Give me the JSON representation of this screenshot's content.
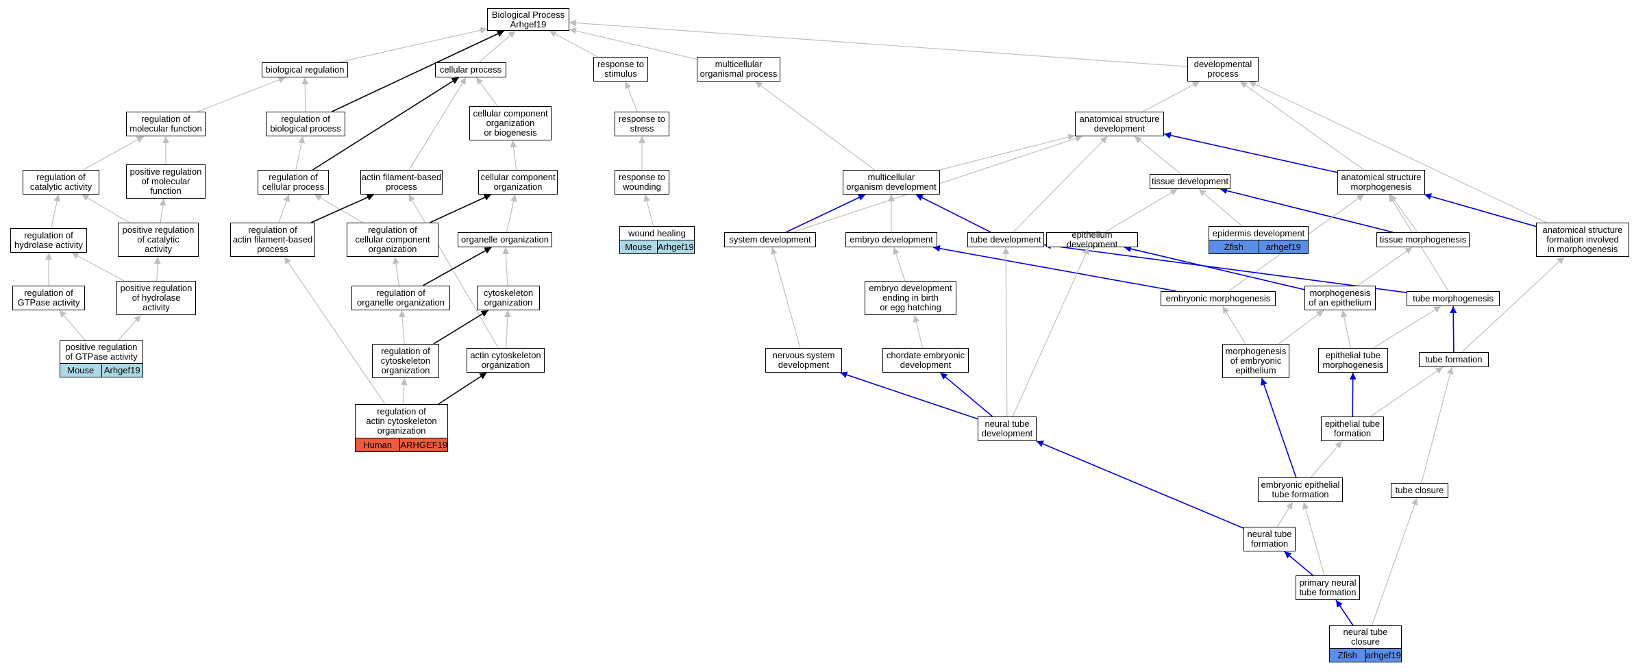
{
  "colors": {
    "gray_edge": "#bfbfbf",
    "black_edge": "#000000",
    "blue_edge": "#0000dd",
    "mouse": "#add8e6",
    "human": "#f05a3c",
    "zfish": "#5b8ee6"
  },
  "nodes": {
    "bp": "Biological Process\nArhgef19",
    "bioreg": "biological regulation",
    "cellproc": "cellular process",
    "resp_stim": "response to\nstimulus",
    "multi_proc": "multicellular\norganismal process",
    "dev_proc": "developmental\nprocess",
    "reg_mol": "regulation of\nmolecular function",
    "reg_bio": "regulation of\nbiological process",
    "ccob": "cellular component\norganization\nor biogenesis",
    "resp_stress": "response to\nstress",
    "asd": "anatomical structure\ndevelopment",
    "reg_cat": "regulation of\ncatalytic activity",
    "pos_reg_mol": "positive regulation\nof molecular\nfunction",
    "reg_cell": "regulation of\ncellular process",
    "actin_proc": "actin filament-based\nprocess",
    "cco": "cellular component\norganization",
    "resp_wound": "response to\nwounding",
    "mod": "multicellular\norganism development",
    "tissue_dev": "tissue development",
    "asm": "anatomical structure\nmorphogenesis",
    "reg_hyd": "regulation of\nhydrolase activity",
    "pos_reg_cat": "positive regulation\nof catalytic\nactivity",
    "reg_actin_proc": "regulation of\nactin filament-based\nprocess",
    "reg_cco": "regulation of\ncellular component\norganization",
    "organelle_org": "organelle organization",
    "wound_heal": "wound healing",
    "sys_dev": "system development",
    "embryo_dev": "embryo development",
    "tube_dev": "tube development",
    "epith_dev": "epithelium development",
    "epid_dev": "epidermis development",
    "tissue_morph": "tissue morphogenesis",
    "asfim": "anatomical structure\nformation involved\nin morphogenesis",
    "reg_gtp": "regulation of\nGTPase activity",
    "pos_reg_hyd": "positive regulation\nof hydrolase\nactivity",
    "reg_org_org": "regulation of\norganelle organization",
    "cyto_org": "cytoskeleton\norganization",
    "edbeh": "embryo development\nending in birth\nor egg hatching",
    "emb_morph": "embryonic morphogenesis",
    "morph_epith": "morphogenesis\nof an epithelium",
    "tube_morph": "tube morphogenesis",
    "pos_reg_gtp": "positive regulation\nof GTPase activity",
    "reg_cyto_org": "regulation of\ncytoskeleton\norganization",
    "actin_cyto_org": "actin cytoskeleton\norganization",
    "nsd": "nervous system\ndevelopment",
    "ced": "chordate embryonic\ndevelopment",
    "morph_emb_epith": "morphogenesis\nof embryonic\nepithelium",
    "epith_tube_morph": "epithelial tube\nmorphogenesis",
    "tube_form": "tube formation",
    "reg_aco": "regulation of\nactin cytoskeleton\norganization",
    "ntd": "neural tube\ndevelopment",
    "epith_tube_form": "epithelial tube\nformation",
    "eetf": "embryonic epithelial\ntube formation",
    "tube_closure": "tube closure",
    "ntf": "neural tube\nformation",
    "pntf": "primary neural\ntube formation",
    "ntc": "neural tube\nclosure"
  },
  "tags": {
    "wound_heal": [
      "Mouse",
      "Arhgef19"
    ],
    "epid_dev": [
      "Zfish",
      "arhgef19"
    ],
    "pos_reg_gtp": [
      "Mouse",
      "Arhgef19"
    ],
    "reg_aco": [
      "Human",
      "ARHGEF19"
    ],
    "ntc": [
      "Zfish",
      "arhgef19"
    ]
  },
  "edges": [
    [
      "bioreg",
      "bp",
      "gray"
    ],
    [
      "cellproc",
      "bp",
      "gray"
    ],
    [
      "resp_stim",
      "bp",
      "gray"
    ],
    [
      "multi_proc",
      "bp",
      "gray"
    ],
    [
      "dev_proc",
      "bp",
      "gray"
    ],
    [
      "reg_bio",
      "bp",
      "black"
    ],
    [
      "reg_mol",
      "bioreg",
      "gray"
    ],
    [
      "reg_bio",
      "bioreg",
      "gray"
    ],
    [
      "ccob",
      "cellproc",
      "gray"
    ],
    [
      "reg_cell",
      "cellproc",
      "gray"
    ],
    [
      "actin_proc",
      "cellproc",
      "gray"
    ],
    [
      "resp_stress",
      "resp_stim",
      "gray"
    ],
    [
      "resp_wound",
      "resp_stress",
      "gray"
    ],
    [
      "wound_heal",
      "resp_wound",
      "gray"
    ],
    [
      "mod",
      "multi_proc",
      "gray"
    ],
    [
      "asd",
      "dev_proc",
      "gray"
    ],
    [
      "asm",
      "dev_proc",
      "gray"
    ],
    [
      "asfim",
      "dev_proc",
      "gray"
    ],
    [
      "reg_cat",
      "reg_mol",
      "gray"
    ],
    [
      "pos_reg_mol",
      "reg_mol",
      "gray"
    ],
    [
      "reg_cell",
      "reg_bio",
      "gray"
    ],
    [
      "cco",
      "ccob",
      "gray"
    ],
    [
      "reg_hyd",
      "reg_cat",
      "gray"
    ],
    [
      "pos_reg_cat",
      "reg_cat",
      "gray"
    ],
    [
      "pos_reg_cat",
      "pos_reg_mol",
      "gray"
    ],
    [
      "reg_actin_proc",
      "reg_cell",
      "gray"
    ],
    [
      "reg_cco",
      "reg_cell",
      "gray"
    ],
    [
      "reg_aco",
      "reg_actin_proc",
      "gray"
    ],
    [
      "actin_cyto_org",
      "actin_proc",
      "gray"
    ],
    [
      "organelle_org",
      "cco",
      "gray"
    ],
    [
      "reg_gtp",
      "reg_hyd",
      "gray"
    ],
    [
      "pos_reg_hyd",
      "reg_hyd",
      "gray"
    ],
    [
      "pos_reg_hyd",
      "pos_reg_cat",
      "gray"
    ],
    [
      "pos_reg_gtp",
      "reg_gtp",
      "gray"
    ],
    [
      "pos_reg_gtp",
      "pos_reg_hyd",
      "gray"
    ],
    [
      "reg_org_org",
      "reg_cco",
      "gray"
    ],
    [
      "reg_cyto_org",
      "reg_org_org",
      "gray"
    ],
    [
      "reg_aco",
      "reg_cyto_org",
      "gray"
    ],
    [
      "cyto_org",
      "organelle_org",
      "gray"
    ],
    [
      "actin_cyto_org",
      "cyto_org",
      "gray"
    ],
    [
      "reg_cell",
      "cellproc",
      "black"
    ],
    [
      "reg_actin_proc",
      "actin_proc",
      "black"
    ],
    [
      "reg_cco",
      "cco",
      "black"
    ],
    [
      "reg_org_org",
      "organelle_org",
      "black"
    ],
    [
      "reg_cyto_org",
      "cyto_org",
      "black"
    ],
    [
      "reg_aco",
      "actin_cyto_org",
      "black"
    ],
    [
      "mod",
      "asd",
      "gray"
    ],
    [
      "sys_dev",
      "asd",
      "gray"
    ],
    [
      "tube_dev",
      "asd",
      "gray"
    ],
    [
      "tissue_dev",
      "asd",
      "gray"
    ],
    [
      "asm",
      "asd",
      "blue"
    ],
    [
      "sys_dev",
      "mod",
      "blue"
    ],
    [
      "tube_dev",
      "mod",
      "blue"
    ],
    [
      "embryo_dev",
      "mod",
      "gray"
    ],
    [
      "epith_dev",
      "tissue_dev",
      "gray"
    ],
    [
      "epid_dev",
      "tissue_dev",
      "gray"
    ],
    [
      "tissue_morph",
      "tissue_dev",
      "blue"
    ],
    [
      "tissue_morph",
      "asm",
      "gray"
    ],
    [
      "emb_morph",
      "asm",
      "gray"
    ],
    [
      "tube_morph",
      "asm",
      "gray"
    ],
    [
      "asfim",
      "asm",
      "blue"
    ],
    [
      "nsd",
      "sys_dev",
      "gray"
    ],
    [
      "edbeh",
      "embryo_dev",
      "gray"
    ],
    [
      "emb_morph",
      "embryo_dev",
      "blue"
    ],
    [
      "ntd",
      "tube_dev",
      "gray"
    ],
    [
      "tube_morph",
      "tube_dev",
      "blue"
    ],
    [
      "ntd",
      "epith_dev",
      "gray"
    ],
    [
      "morph_epith",
      "epith_dev",
      "blue"
    ],
    [
      "morph_epith",
      "tissue_morph",
      "gray"
    ],
    [
      "tube_form",
      "asfim",
      "gray"
    ],
    [
      "ced",
      "edbeh",
      "gray"
    ],
    [
      "morph_emb_epith",
      "emb_morph",
      "gray"
    ],
    [
      "morph_emb_epith",
      "morph_epith",
      "gray"
    ],
    [
      "epith_tube_morph",
      "morph_epith",
      "gray"
    ],
    [
      "epith_tube_morph",
      "tube_morph",
      "gray"
    ],
    [
      "tube_form",
      "tube_morph",
      "blue"
    ],
    [
      "ntd",
      "nsd",
      "blue"
    ],
    [
      "ntd",
      "ced",
      "blue"
    ],
    [
      "eetf",
      "morph_emb_epith",
      "blue"
    ],
    [
      "epith_tube_form",
      "epith_tube_morph",
      "blue"
    ],
    [
      "epith_tube_form",
      "tube_form",
      "gray"
    ],
    [
      "tube_closure",
      "tube_form",
      "gray"
    ],
    [
      "ntf",
      "ntd",
      "blue"
    ],
    [
      "eetf",
      "epith_tube_form",
      "gray"
    ],
    [
      "ntf",
      "eetf",
      "gray"
    ],
    [
      "pntf",
      "eetf",
      "gray"
    ],
    [
      "pntf",
      "ntf",
      "blue"
    ],
    [
      "ntc",
      "pntf",
      "blue"
    ],
    [
      "ntc",
      "tube_closure",
      "gray"
    ]
  ]
}
